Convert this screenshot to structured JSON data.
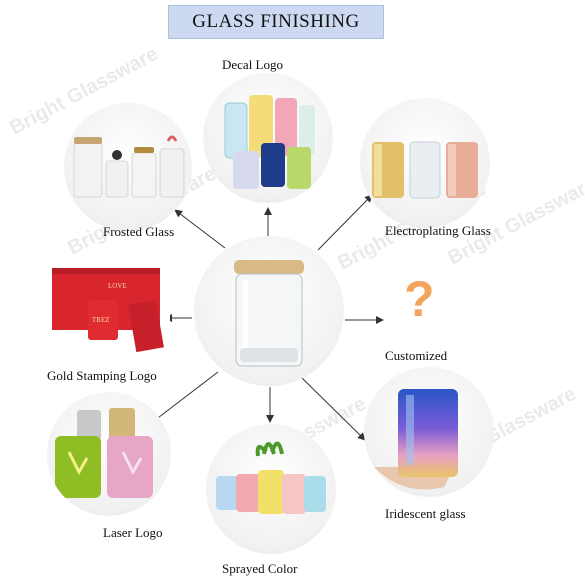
{
  "title": "GLASS FINISHING",
  "watermark": "Bright Glassware",
  "labels": {
    "decal": "Decal Logo",
    "frosted": "Frosted Glass",
    "electroplating": "Electroplating Glass",
    "gold_stamping": "Gold Stamping Logo",
    "customized": "Customized",
    "laser": "Laser Logo",
    "sprayed": "Sprayed Color",
    "iridescent": "Iridescent glass"
  },
  "box_text": "LOVE",
  "candle_text": "TREZ",
  "question_mark": "?"
}
